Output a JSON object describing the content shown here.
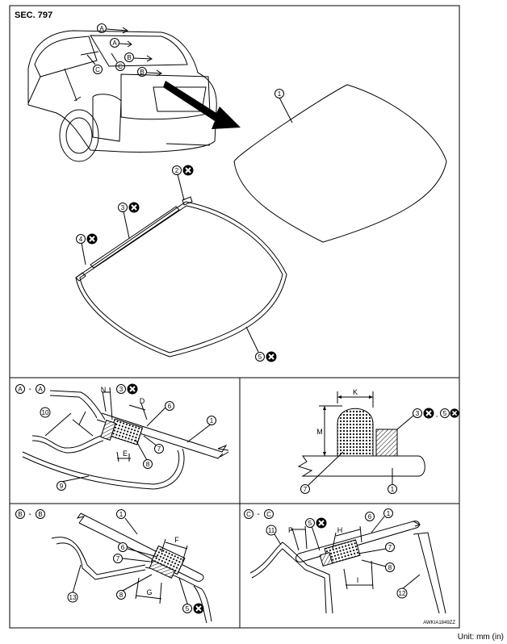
{
  "header": {
    "section_label": "SEC. 797"
  },
  "figure_id": "AWKIA1849ZZ",
  "unit_note": "Unit: mm (in)",
  "section_labels": {
    "a": {
      "left": "A",
      "dash": "-",
      "right": "A"
    },
    "b": {
      "left": "B",
      "dash": "-",
      "right": "B"
    },
    "c": {
      "left": "C",
      "dash": "-",
      "right": "C"
    }
  },
  "car_view_markers": [
    "A",
    "A",
    "B",
    "B",
    "C",
    "C"
  ],
  "callouts": {
    "glass": "1",
    "part2": "2",
    "part3": "3",
    "part4": "4",
    "part5": "5",
    "urethane": "6",
    "primer": "7",
    "spacer": "8",
    "part9": "9",
    "part10": "10",
    "part11": "11",
    "part12": "12",
    "part13": "13"
  },
  "dimension_letters": [
    "N",
    "D",
    "E",
    "K",
    "M",
    "F",
    "G",
    "P",
    "H",
    "I"
  ],
  "detail_bead_labels": {
    "three": "3",
    "five": "5",
    "comma": ","
  },
  "colors": {
    "line": "#000000",
    "background": "#ffffff",
    "replace_symbol": "#000000"
  }
}
